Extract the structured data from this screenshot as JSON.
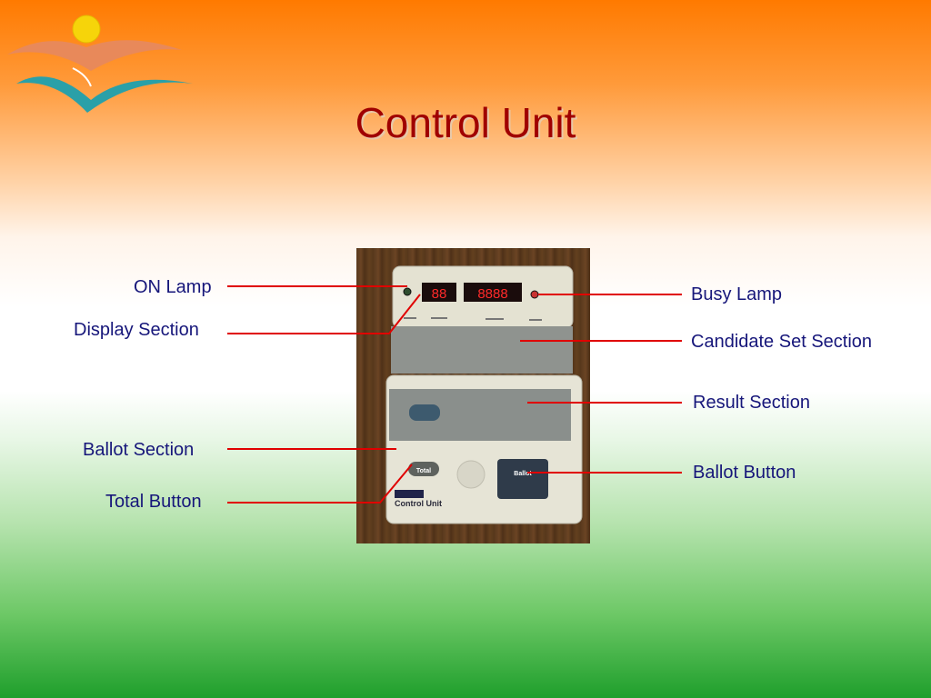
{
  "title": "Control Unit",
  "colors": {
    "title": "#a00000",
    "label": "#16167a",
    "leader_line": "#e00000",
    "top_gradient": "#ff7a00",
    "bottom_gradient": "#1f9f2c"
  },
  "logo": {
    "icon": "sun-and-open-book-logo"
  },
  "device": {
    "display_left": "88",
    "display_right": "8888",
    "total_button_label": "Total",
    "ballot_button_label": "Ballot",
    "brand_text": "Control Unit"
  },
  "labels": {
    "on_lamp": "ON Lamp",
    "display_section": "Display Section",
    "ballot_section": "Ballot Section",
    "total_button": "Total Button",
    "busy_lamp": "Busy Lamp",
    "candidate_set_section": "Candidate Set Section",
    "result_section": "Result Section",
    "ballot_button": "Ballot Button"
  }
}
